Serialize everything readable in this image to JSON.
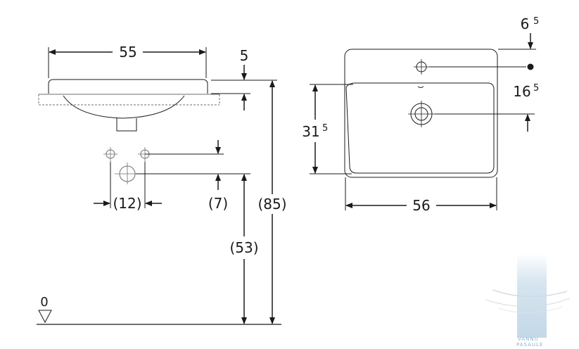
{
  "side_view": {
    "width_label": "55",
    "rim_label": "5",
    "tap_spacing_label": "(12)",
    "tap_offset_label": "(7)",
    "waste_height_label": "(53)",
    "rim_height_label": "(85)",
    "floor_label": "0"
  },
  "top_view": {
    "tap_offset_main": "6",
    "tap_offset_sup": "5",
    "waste_offset_main": "16",
    "waste_offset_sup": "5",
    "depth_main": "31",
    "depth_sup": "5",
    "width_label": "56"
  },
  "watermark": {
    "text": "VANNU PASAULE",
    "color": "#c9dbe9"
  },
  "colors": {
    "line": "#1a1a1a",
    "thin": "#6e6e6e"
  }
}
